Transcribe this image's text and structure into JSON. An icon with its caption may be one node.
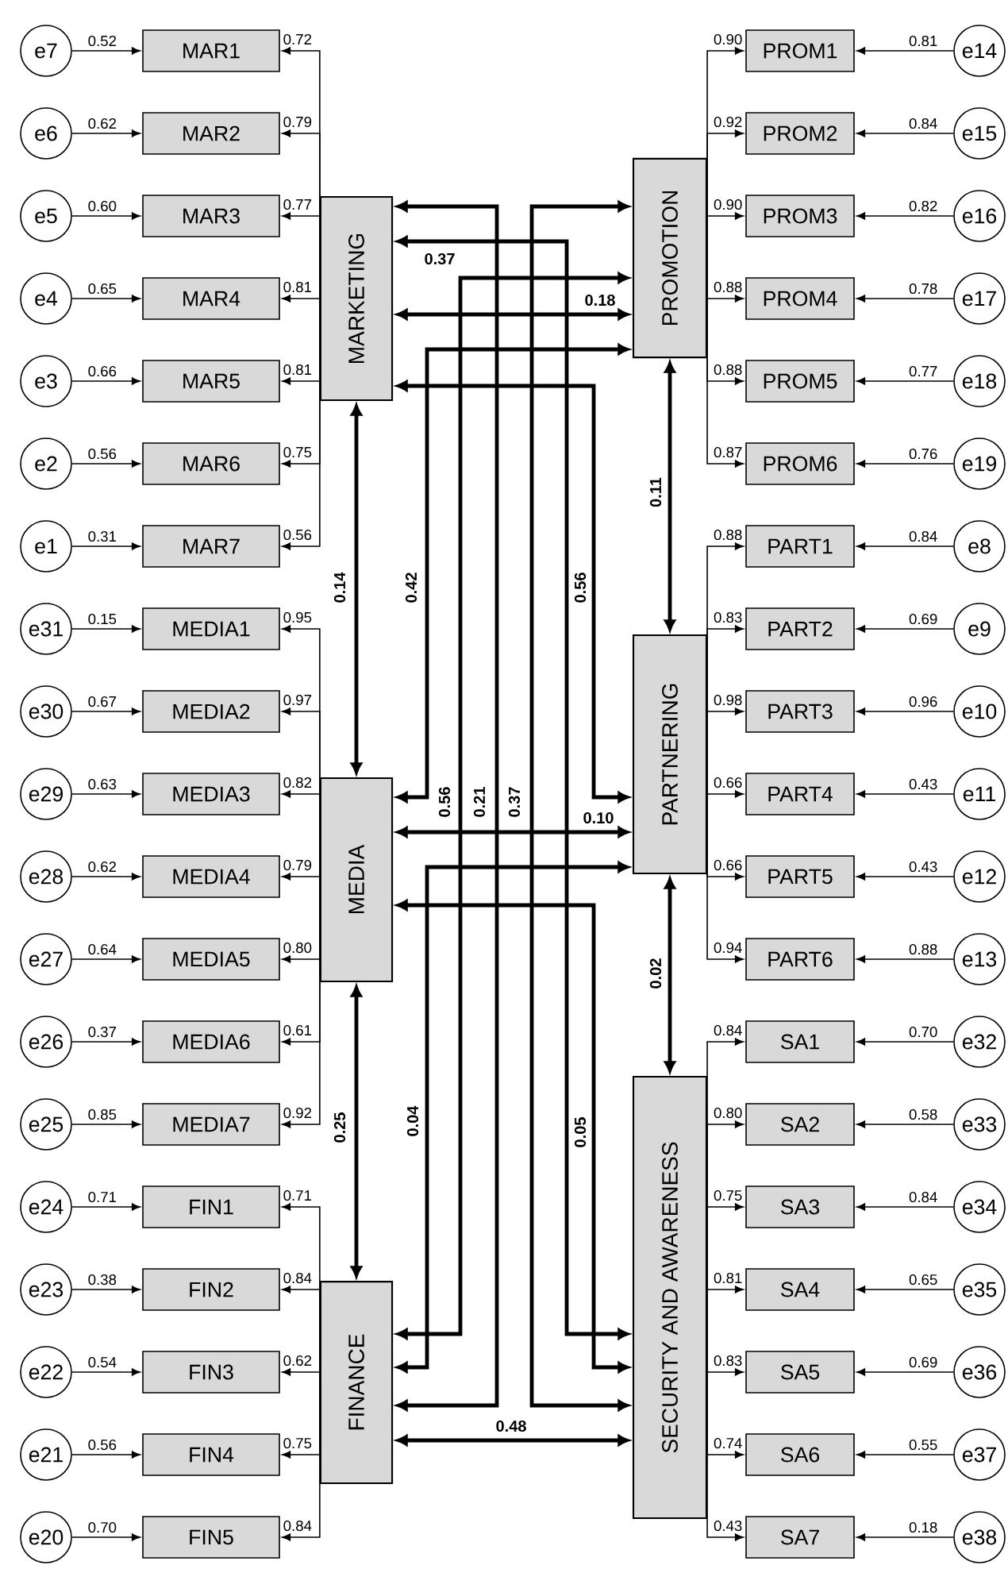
{
  "diagram": {
    "nodes": [
      {
        "text": [
          "MARKETING"
        ]
      },
      {
        "text": [
          "PROMOTION"
        ]
      },
      {
        "text": [
          "MEDIA"
        ]
      },
      {
        "text": [
          "PARTNERING"
        ]
      },
      {
        "text": [
          "FINANCE"
        ]
      },
      {
        "text": [
          "SECURITY AND AWARENESS"
        ]
      },
      {
        "text": [
          "e7"
        ]
      },
      {
        "text": [
          "MAR1"
        ]
      },
      {
        "text": [
          "e6"
        ]
      },
      {
        "text": [
          "MAR2"
        ]
      },
      {
        "text": [
          "e5"
        ]
      },
      {
        "text": [
          "MAR3"
        ]
      },
      {
        "text": [
          "e4"
        ]
      },
      {
        "text": [
          "MAR4"
        ]
      },
      {
        "text": [
          "e3"
        ]
      },
      {
        "text": [
          "MAR5"
        ]
      },
      {
        "text": [
          "e2"
        ]
      },
      {
        "text": [
          "MAR6"
        ]
      },
      {
        "text": [
          "e1"
        ]
      },
      {
        "text": [
          "MAR7"
        ]
      },
      {
        "text": [
          "e31"
        ]
      },
      {
        "text": [
          "MEDIA1"
        ]
      },
      {
        "text": [
          "e30"
        ]
      },
      {
        "text": [
          "MEDIA2"
        ]
      },
      {
        "text": [
          "e29"
        ]
      },
      {
        "text": [
          "MEDIA3"
        ]
      },
      {
        "text": [
          "e28"
        ]
      },
      {
        "text": [
          "MEDIA4"
        ]
      },
      {
        "text": [
          "e27"
        ]
      },
      {
        "text": [
          "MEDIA5"
        ]
      },
      {
        "text": [
          "e26"
        ]
      },
      {
        "text": [
          "MEDIA6"
        ]
      },
      {
        "text": [
          "e25"
        ]
      },
      {
        "text": [
          "MEDIA7"
        ]
      },
      {
        "text": [
          "e24"
        ]
      },
      {
        "text": [
          "FIN1"
        ]
      },
      {
        "text": [
          "e23"
        ]
      },
      {
        "text": [
          "FIN2"
        ]
      },
      {
        "text": [
          "e22"
        ]
      },
      {
        "text": [
          "FIN3"
        ]
      },
      {
        "text": [
          "e21"
        ]
      },
      {
        "text": [
          "FIN4"
        ]
      },
      {
        "text": [
          "e20"
        ]
      },
      {
        "text": [
          "FIN5"
        ]
      },
      {
        "text": [
          "PROM1"
        ]
      },
      {
        "text": [
          "e14"
        ]
      },
      {
        "text": [
          "PROM2"
        ]
      },
      {
        "text": [
          "e15"
        ]
      },
      {
        "text": [
          "PROM3"
        ]
      },
      {
        "text": [
          "e16"
        ]
      },
      {
        "text": [
          "PROM4"
        ]
      },
      {
        "text": [
          "e17"
        ]
      },
      {
        "text": [
          "PROM5"
        ]
      },
      {
        "text": [
          "e18"
        ]
      },
      {
        "text": [
          "PROM6"
        ]
      },
      {
        "text": [
          "e19"
        ]
      },
      {
        "text": [
          "PART1"
        ]
      },
      {
        "text": [
          "e8"
        ]
      },
      {
        "text": [
          "PART2"
        ]
      },
      {
        "text": [
          "e9"
        ]
      },
      {
        "text": [
          "PART3"
        ]
      },
      {
        "text": [
          "e10"
        ]
      },
      {
        "text": [
          "PART4"
        ]
      },
      {
        "text": [
          "e11"
        ]
      },
      {
        "text": [
          "PART5"
        ]
      },
      {
        "text": [
          "e12"
        ]
      },
      {
        "text": [
          "PART6"
        ]
      },
      {
        "text": [
          "e13"
        ]
      },
      {
        "text": [
          "SA1"
        ]
      },
      {
        "text": [
          "e32"
        ]
      },
      {
        "text": [
          "SA2"
        ]
      },
      {
        "text": [
          "e33"
        ]
      },
      {
        "text": [
          "SA3"
        ]
      },
      {
        "text": [
          "e34"
        ]
      },
      {
        "text": [
          "SA4"
        ]
      },
      {
        "text": [
          "e35"
        ]
      },
      {
        "text": [
          "SA5"
        ]
      },
      {
        "text": [
          "e36"
        ]
      },
      {
        "text": [
          "SA6"
        ]
      },
      {
        "text": [
          "e37"
        ]
      },
      {
        "text": [
          "SA7"
        ]
      },
      {
        "text": [
          "e38"
        ]
      }
    ],
    "edges": [
      {
        "from": 0,
        "to": 1,
        "arrow": "both",
        "label": "0.18",
        "style": "thick"
      },
      {
        "from": 0,
        "to": 5,
        "arrow": "both",
        "label": "0.37",
        "style": "thick"
      },
      {
        "from": 0,
        "to": 2,
        "arrow": "both",
        "label": "0.14",
        "style": "thick"
      },
      {
        "from": 2,
        "to": 1,
        "arrow": "both",
        "label": "0.42",
        "style": "thick"
      },
      {
        "from": 0,
        "to": 3,
        "arrow": "both",
        "label": "0.56",
        "style": "thick"
      },
      {
        "from": 1,
        "to": 3,
        "arrow": "both",
        "label": "0.11",
        "style": "thick"
      },
      {
        "from": 4,
        "to": 1,
        "arrow": "both",
        "label": "0.56",
        "style": "thick"
      },
      {
        "from": 0,
        "to": 4,
        "arrow": "both",
        "label": "0.21",
        "style": "thick"
      },
      {
        "from": 1,
        "to": 5,
        "arrow": "both",
        "label": "0.37",
        "style": "thick"
      },
      {
        "from": 2,
        "to": 3,
        "arrow": "both",
        "label": "0.10",
        "style": "thick"
      },
      {
        "from": 3,
        "to": 5,
        "arrow": "both",
        "label": "0.02",
        "style": "thick"
      },
      {
        "from": 2,
        "to": 4,
        "arrow": "both",
        "label": "0.25",
        "style": "thick"
      },
      {
        "from": 4,
        "to": 3,
        "arrow": "both",
        "label": "0.04",
        "style": "thick"
      },
      {
        "from": 2,
        "to": 5,
        "arrow": "both",
        "label": "0.05",
        "style": "thick"
      },
      {
        "from": 4,
        "to": 5,
        "arrow": "both",
        "label": "0.48",
        "style": "thick"
      },
      {
        "from": 6,
        "to": 7,
        "arrow": "to",
        "label": "0.52"
      },
      {
        "from": 0,
        "to": 7,
        "arrow": "to",
        "label": "0.72"
      },
      {
        "from": 8,
        "to": 9,
        "arrow": "to",
        "label": "0.62"
      },
      {
        "from": 0,
        "to": 9,
        "arrow": "to",
        "label": "0.79"
      },
      {
        "from": 10,
        "to": 11,
        "arrow": "to",
        "label": "0.60"
      },
      {
        "from": 0,
        "to": 11,
        "arrow": "to",
        "label": "0.77"
      },
      {
        "from": 12,
        "to": 13,
        "arrow": "to",
        "label": "0.65"
      },
      {
        "from": 0,
        "to": 13,
        "arrow": "to",
        "label": "0.81"
      },
      {
        "from": 14,
        "to": 15,
        "arrow": "to",
        "label": "0.66"
      },
      {
        "from": 0,
        "to": 15,
        "arrow": "to",
        "label": "0.81"
      },
      {
        "from": 16,
        "to": 17,
        "arrow": "to",
        "label": "0.56"
      },
      {
        "from": 0,
        "to": 17,
        "arrow": "to",
        "label": "0.75"
      },
      {
        "from": 18,
        "to": 19,
        "arrow": "to",
        "label": "0.31"
      },
      {
        "from": 0,
        "to": 19,
        "arrow": "to",
        "label": "0.56"
      },
      {
        "from": 20,
        "to": 21,
        "arrow": "to",
        "label": "0.15"
      },
      {
        "from": 2,
        "to": 21,
        "arrow": "to",
        "label": "0.95"
      },
      {
        "from": 22,
        "to": 23,
        "arrow": "to",
        "label": "0.67"
      },
      {
        "from": 2,
        "to": 23,
        "arrow": "to",
        "label": "0.97"
      },
      {
        "from": 24,
        "to": 25,
        "arrow": "to",
        "label": "0.63"
      },
      {
        "from": 2,
        "to": 25,
        "arrow": "to",
        "label": "0.82"
      },
      {
        "from": 26,
        "to": 27,
        "arrow": "to",
        "label": "0.62"
      },
      {
        "from": 2,
        "to": 27,
        "arrow": "to",
        "label": "0.79"
      },
      {
        "from": 28,
        "to": 29,
        "arrow": "to",
        "label": "0.64"
      },
      {
        "from": 2,
        "to": 29,
        "arrow": "to",
        "label": "0.80"
      },
      {
        "from": 30,
        "to": 31,
        "arrow": "to",
        "label": "0.37"
      },
      {
        "from": 2,
        "to": 31,
        "arrow": "to",
        "label": "0.61"
      },
      {
        "from": 32,
        "to": 33,
        "arrow": "to",
        "label": "0.85"
      },
      {
        "from": 2,
        "to": 33,
        "arrow": "to",
        "label": "0.92"
      },
      {
        "from": 34,
        "to": 35,
        "arrow": "to",
        "label": "0.71"
      },
      {
        "from": 4,
        "to": 35,
        "arrow": "to",
        "label": "0.71"
      },
      {
        "from": 36,
        "to": 37,
        "arrow": "to",
        "label": "0.38"
      },
      {
        "from": 4,
        "to": 37,
        "arrow": "to",
        "label": "0.84"
      },
      {
        "from": 38,
        "to": 39,
        "arrow": "to",
        "label": "0.54"
      },
      {
        "from": 4,
        "to": 39,
        "arrow": "to",
        "label": "0.62"
      },
      {
        "from": 40,
        "to": 41,
        "arrow": "to",
        "label": "0.56"
      },
      {
        "from": 4,
        "to": 41,
        "arrow": "to",
        "label": "0.75"
      },
      {
        "from": 42,
        "to": 43,
        "arrow": "to",
        "label": "0.70"
      },
      {
        "from": 4,
        "to": 43,
        "arrow": "to",
        "label": "0.84"
      },
      {
        "from": 45,
        "to": 44,
        "arrow": "to",
        "label": "0.81"
      },
      {
        "from": 1,
        "to": 44,
        "arrow": "to",
        "label": "0.90"
      },
      {
        "from": 47,
        "to": 46,
        "arrow": "to",
        "label": "0.84"
      },
      {
        "from": 1,
        "to": 46,
        "arrow": "to",
        "label": "0.92"
      },
      {
        "from": 49,
        "to": 48,
        "arrow": "to",
        "label": "0.82"
      },
      {
        "from": 1,
        "to": 48,
        "arrow": "to",
        "label": "0.90"
      },
      {
        "from": 51,
        "to": 50,
        "arrow": "to",
        "label": "0.78"
      },
      {
        "from": 1,
        "to": 50,
        "arrow": "to",
        "label": "0.88"
      },
      {
        "from": 53,
        "to": 52,
        "arrow": "to",
        "label": "0.77"
      },
      {
        "from": 1,
        "to": 52,
        "arrow": "to",
        "label": "0.88"
      },
      {
        "from": 55,
        "to": 54,
        "arrow": "to",
        "label": "0.76"
      },
      {
        "from": 1,
        "to": 54,
        "arrow": "to",
        "label": "0.87"
      },
      {
        "from": 57,
        "to": 56,
        "arrow": "to",
        "label": "0.84"
      },
      {
        "from": 3,
        "to": 56,
        "arrow": "to",
        "label": "0.88"
      },
      {
        "from": 59,
        "to": 58,
        "arrow": "to",
        "label": "0.69"
      },
      {
        "from": 3,
        "to": 58,
        "arrow": "to",
        "label": "0.83"
      },
      {
        "from": 61,
        "to": 60,
        "arrow": "to",
        "label": "0.96"
      },
      {
        "from": 3,
        "to": 60,
        "arrow": "to",
        "label": "0.98"
      },
      {
        "from": 63,
        "to": 62,
        "arrow": "to",
        "label": "0.43"
      },
      {
        "from": 3,
        "to": 62,
        "arrow": "to",
        "label": "0.66"
      },
      {
        "from": 65,
        "to": 64,
        "arrow": "to",
        "label": "0.43"
      },
      {
        "from": 3,
        "to": 64,
        "arrow": "to",
        "label": "0.66"
      },
      {
        "from": 67,
        "to": 66,
        "arrow": "to",
        "label": "0.88"
      },
      {
        "from": 3,
        "to": 66,
        "arrow": "to",
        "label": "0.94"
      },
      {
        "from": 69,
        "to": 68,
        "arrow": "to",
        "label": "0.70"
      },
      {
        "from": 5,
        "to": 68,
        "arrow": "to",
        "label": "0.84"
      },
      {
        "from": 71,
        "to": 70,
        "arrow": "to",
        "label": "0.58"
      },
      {
        "from": 5,
        "to": 70,
        "arrow": "to",
        "label": "0.80"
      },
      {
        "from": 73,
        "to": 72,
        "arrow": "to",
        "label": "0.84"
      },
      {
        "from": 5,
        "to": 72,
        "arrow": "to",
        "label": "0.75"
      },
      {
        "from": 75,
        "to": 74,
        "arrow": "to",
        "label": "0.65"
      },
      {
        "from": 5,
        "to": 74,
        "arrow": "to",
        "label": "0.81"
      },
      {
        "from": 77,
        "to": 76,
        "arrow": "to",
        "label": "0.69"
      },
      {
        "from": 5,
        "to": 76,
        "arrow": "to",
        "label": "0.83"
      },
      {
        "from": 79,
        "to": 78,
        "arrow": "to",
        "label": "0.55"
      },
      {
        "from": 5,
        "to": 78,
        "arrow": "to",
        "label": "0.74"
      },
      {
        "from": 81,
        "to": 80,
        "arrow": "to",
        "label": "0.18"
      },
      {
        "from": 5,
        "to": 80,
        "arrow": "to",
        "label": "0.43"
      }
    ]
  }
}
